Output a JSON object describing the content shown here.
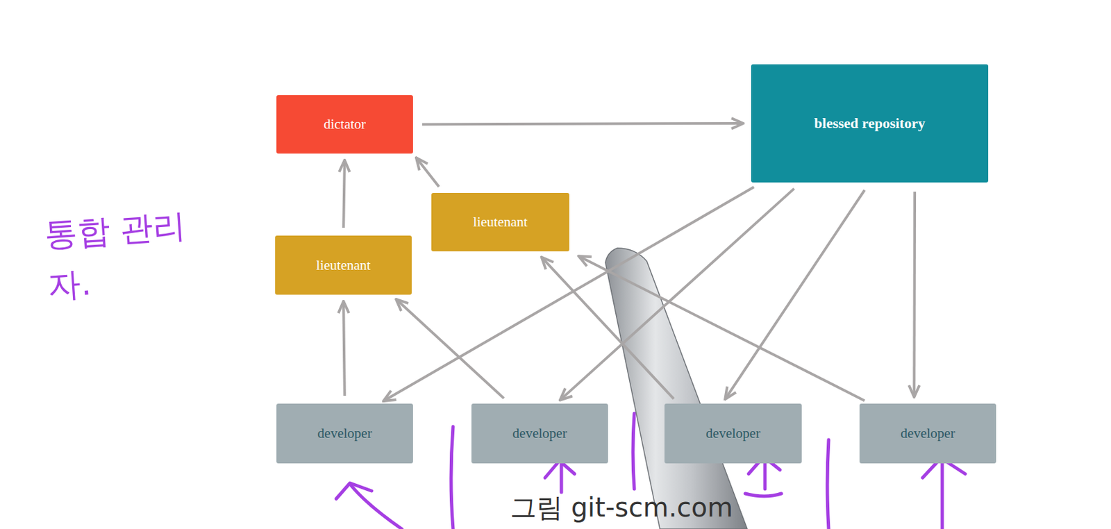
{
  "diagram": {
    "caption": "그림 git-scm.com",
    "nodes": [
      {
        "text": [
          "dictator"
        ]
      },
      {
        "text": [
          "blessed repository"
        ]
      },
      {
        "text": [
          "lieutenant"
        ]
      },
      {
        "text": [
          "lieutenant"
        ]
      },
      {
        "text": [
          "developer"
        ]
      },
      {
        "text": [
          "developer"
        ]
      },
      {
        "text": [
          "developer"
        ]
      },
      {
        "text": [
          "developer"
        ]
      }
    ],
    "edges": [
      {
        "from": 0,
        "to": 1,
        "arrow": "to"
      },
      {
        "from": 3,
        "to": 0,
        "arrow": "to"
      },
      {
        "from": 2,
        "to": 0,
        "arrow": "to"
      },
      {
        "from": 4,
        "to": 3,
        "arrow": "to"
      },
      {
        "from": 5,
        "to": 3,
        "arrow": "to"
      },
      {
        "from": 6,
        "to": 2,
        "arrow": "to"
      },
      {
        "from": 7,
        "to": 2,
        "arrow": "to"
      },
      {
        "from": 1,
        "to": 4,
        "arrow": "to"
      },
      {
        "from": 1,
        "to": 5,
        "arrow": "to"
      },
      {
        "from": 1,
        "to": 6,
        "arrow": "to"
      },
      {
        "from": 1,
        "to": 7,
        "arrow": "to"
      }
    ],
    "labels": [
      "통합 관리자."
    ]
  }
}
